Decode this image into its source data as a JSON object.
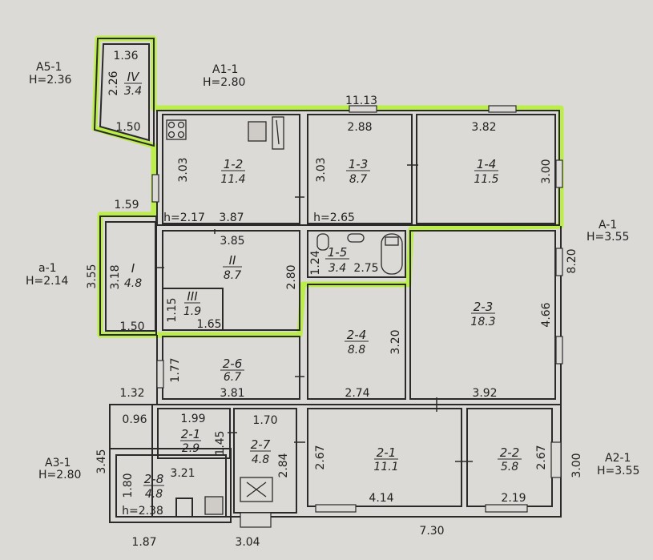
{
  "colors": {
    "paper": "#dcdad6",
    "line": "#2a2a2a",
    "highlight": "#b8f03a",
    "room_fill": "#e6e4e0"
  },
  "annexes": {
    "a5": {
      "name": "A5-1",
      "h": "H=2.36"
    },
    "a1": {
      "name": "A1-1",
      "h": "H=2.80"
    },
    "a_right": {
      "name": "A-1",
      "h": "H=3.55"
    },
    "a_left": {
      "name": "a-1",
      "h": "H=2.14"
    },
    "a3": {
      "name": "A3-1",
      "h": "H=2.80"
    },
    "a2": {
      "name": "A2-1",
      "h": "H=3.55"
    }
  },
  "rooms": {
    "r_iv": {
      "name": "IV",
      "area": "3.4"
    },
    "r_1_2": {
      "name": "1-2",
      "area": "11.4"
    },
    "r_1_3": {
      "name": "1-3",
      "area": "8.7"
    },
    "r_1_4": {
      "name": "1-4",
      "area": "11.5"
    },
    "r_i": {
      "name": "I",
      "area": "4.8"
    },
    "r_ii": {
      "name": "II",
      "area": "8.7"
    },
    "r_iii": {
      "name": "III",
      "area": "1.9"
    },
    "r_1_5": {
      "name": "1-5",
      "area": "3.4"
    },
    "r_2_3": {
      "name": "2-3",
      "area": "18.3"
    },
    "r_2_4": {
      "name": "2-4",
      "area": "8.8"
    },
    "r_2_6": {
      "name": "2-6",
      "area": "6.7"
    },
    "r_2_1a": {
      "name": "2-1",
      "area": "2.9"
    },
    "r_2_7": {
      "name": "2-7",
      "area": "4.8"
    },
    "r_2_1": {
      "name": "2-1",
      "area": "11.1"
    },
    "r_2_2": {
      "name": "2-2",
      "area": "5.8"
    },
    "r_2_8": {
      "name": "2-8",
      "area": "4.8"
    }
  },
  "dims": {
    "d1": "1.36",
    "d2": "2.26",
    "d3": "1.50",
    "d4": "11.13",
    "d5": "2.88",
    "d6": "3.82",
    "d7": "3.03",
    "d8": "3.03",
    "d9": "3.00",
    "d10": "h=2.17",
    "d11": "3.87",
    "d12": "h=2.65",
    "d13": "1.59",
    "d14": "3.85",
    "d15": "3.55",
    "d16": "3.18",
    "d17": "1.24",
    "d18": "2.75",
    "d19": "2.80",
    "d20": "8.20",
    "d21": "1.15",
    "d22": "1.65",
    "d23": "1.50",
    "d24": "4.66",
    "d25": "3.20",
    "d26": "1.77",
    "d27": "1.32",
    "d28": "3.81",
    "d29": "2.74",
    "d30": "3.92",
    "d31": "0.96",
    "d32": "1.99",
    "d33": "1.70",
    "d34": "1.45",
    "d35": "2.67",
    "d36": "2.67",
    "d37": "3.45",
    "d38": "3.21",
    "d39": "2.84",
    "d40": "3.00",
    "d41": "1.80",
    "d42": "h=2.38",
    "d43": "4.14",
    "d44": "2.19",
    "d45": "1.87",
    "d46": "3.04",
    "d47": "7.30"
  }
}
